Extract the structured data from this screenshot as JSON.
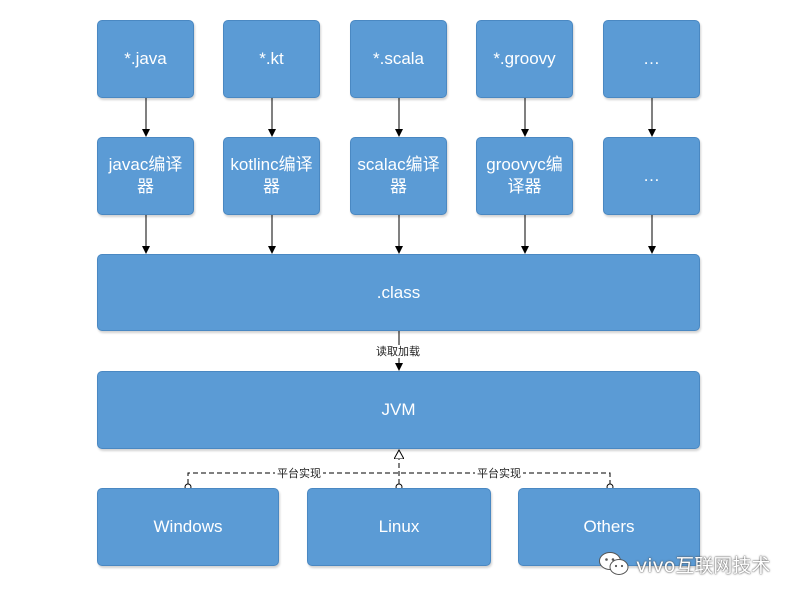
{
  "sources": [
    "*.java",
    "*.kt",
    "*.scala",
    "*.groovy",
    "…"
  ],
  "compilers": [
    "javac编译器",
    "kotlinc编译器",
    "scalac编译器",
    "groovyc编译器",
    "…"
  ],
  "class_label": ".class",
  "load_label": "读取加载",
  "jvm_label": "JVM",
  "platform_label_left": "平台实现",
  "platform_label_right": "平台实现",
  "platforms": [
    "Windows",
    "Linux",
    "Others"
  ],
  "watermark": "vivo互联网技术",
  "colors": {
    "box_fill": "#5b9bd5",
    "box_border": "#4a88c2",
    "text": "#ffffff",
    "line": "#000000"
  }
}
